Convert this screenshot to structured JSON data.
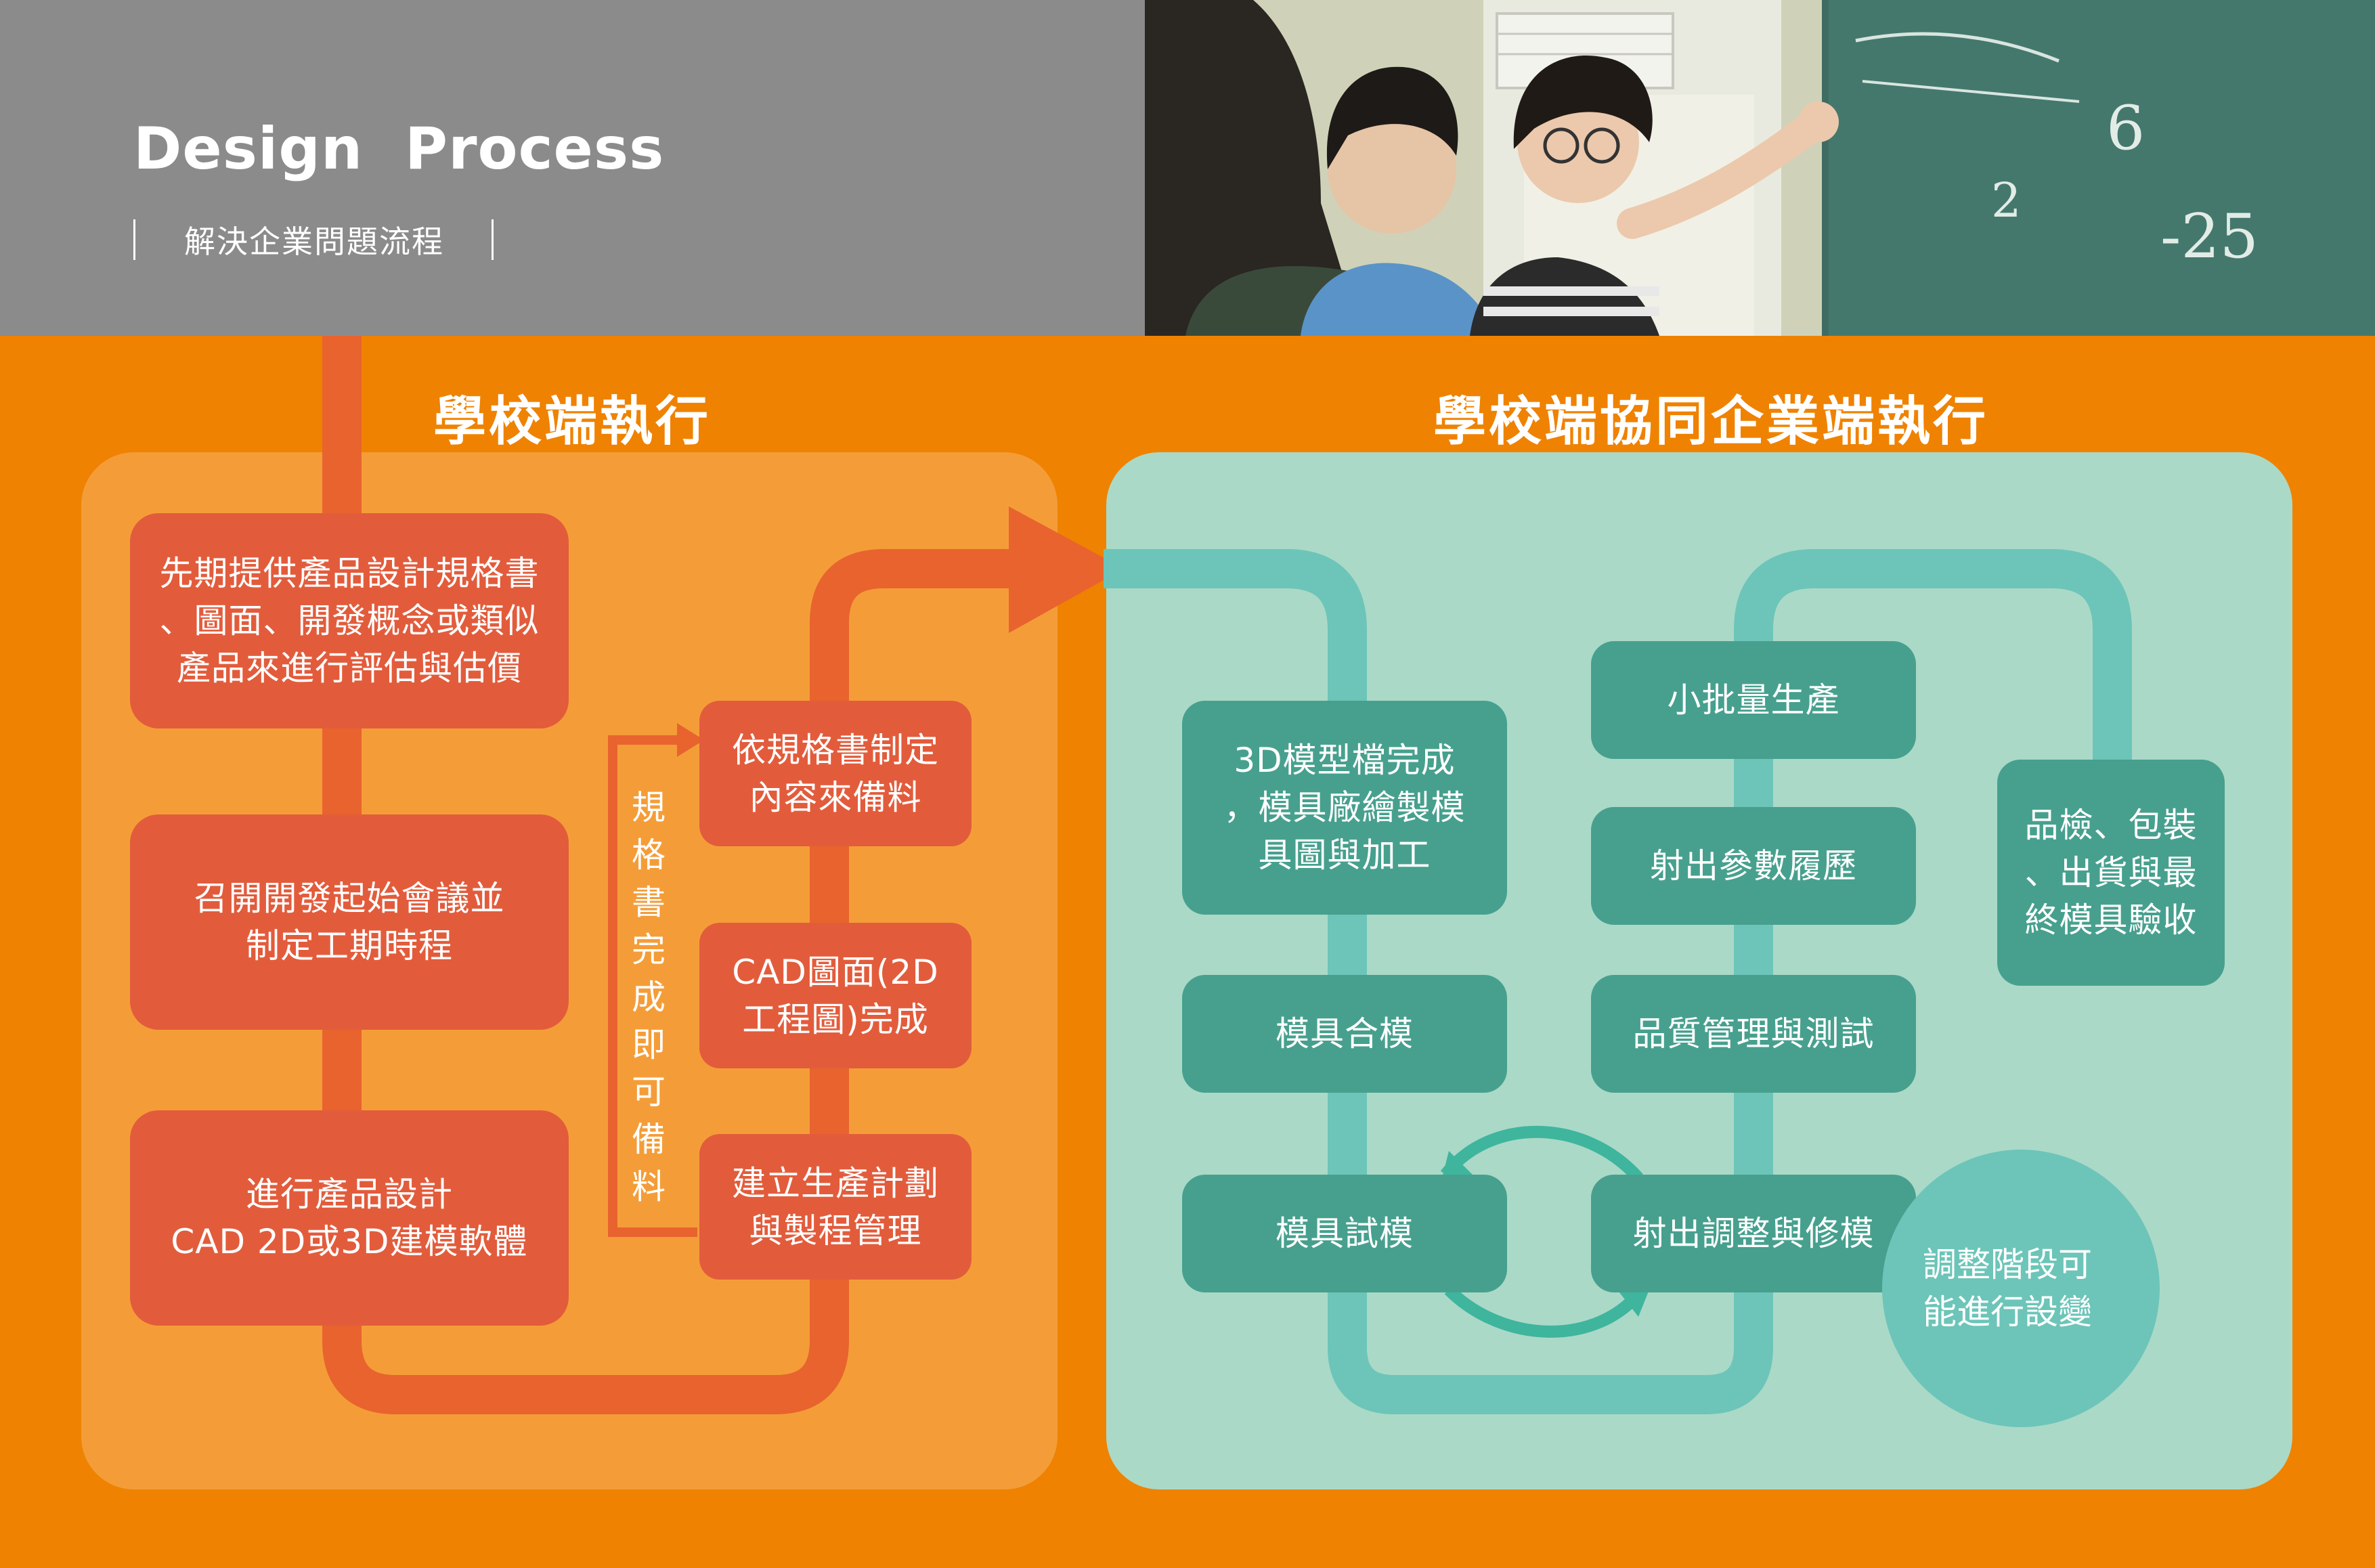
{
  "header": {
    "title": "Design  Process",
    "subtitle": "解決企業問題流程"
  },
  "sections": {
    "school": "學校端執行",
    "cooperation": "學校端協同企業端執行"
  },
  "school_steps": [
    "先期提供產品設計規格書\n、圖面、開發概念或類似\n產品來進行評估與估價",
    "召開開發起始會議並\n制定工期時程",
    "進行產品設計\nCAD 2D或3D建模軟體"
  ],
  "school_steps_right": [
    "依規格書制定\n內容來備料",
    "CAD圖面(2D\n工程圖)完成",
    "建立生產計劃\n與製程管理"
  ],
  "side_note": "規格書完成即可備料",
  "coop_steps": {
    "model": "3D模型檔完成\n，模具廠繪製模\n具圖與加工",
    "mold_assembly": "模具合模",
    "mold_trial": "模具試模",
    "small_batch": "小批量生產",
    "injection_params": "射出參數履歷",
    "quality": "品質管理與測試",
    "injection_adjust": "射出調整與修模",
    "final": "品檢、包裝\n、出貨與最\n終模具驗收"
  },
  "adjust_note": "調整階段可\n能進行設變",
  "colors": {
    "background": "#ef8200",
    "header_gray": "#8b8b8b",
    "school_panel": "#f49d38",
    "school_box": "#e25c3c",
    "school_line": "#e8632e",
    "coop_panel": "#abd9c7",
    "coop_box": "#47a08e",
    "coop_line": "#6cc5b8"
  }
}
